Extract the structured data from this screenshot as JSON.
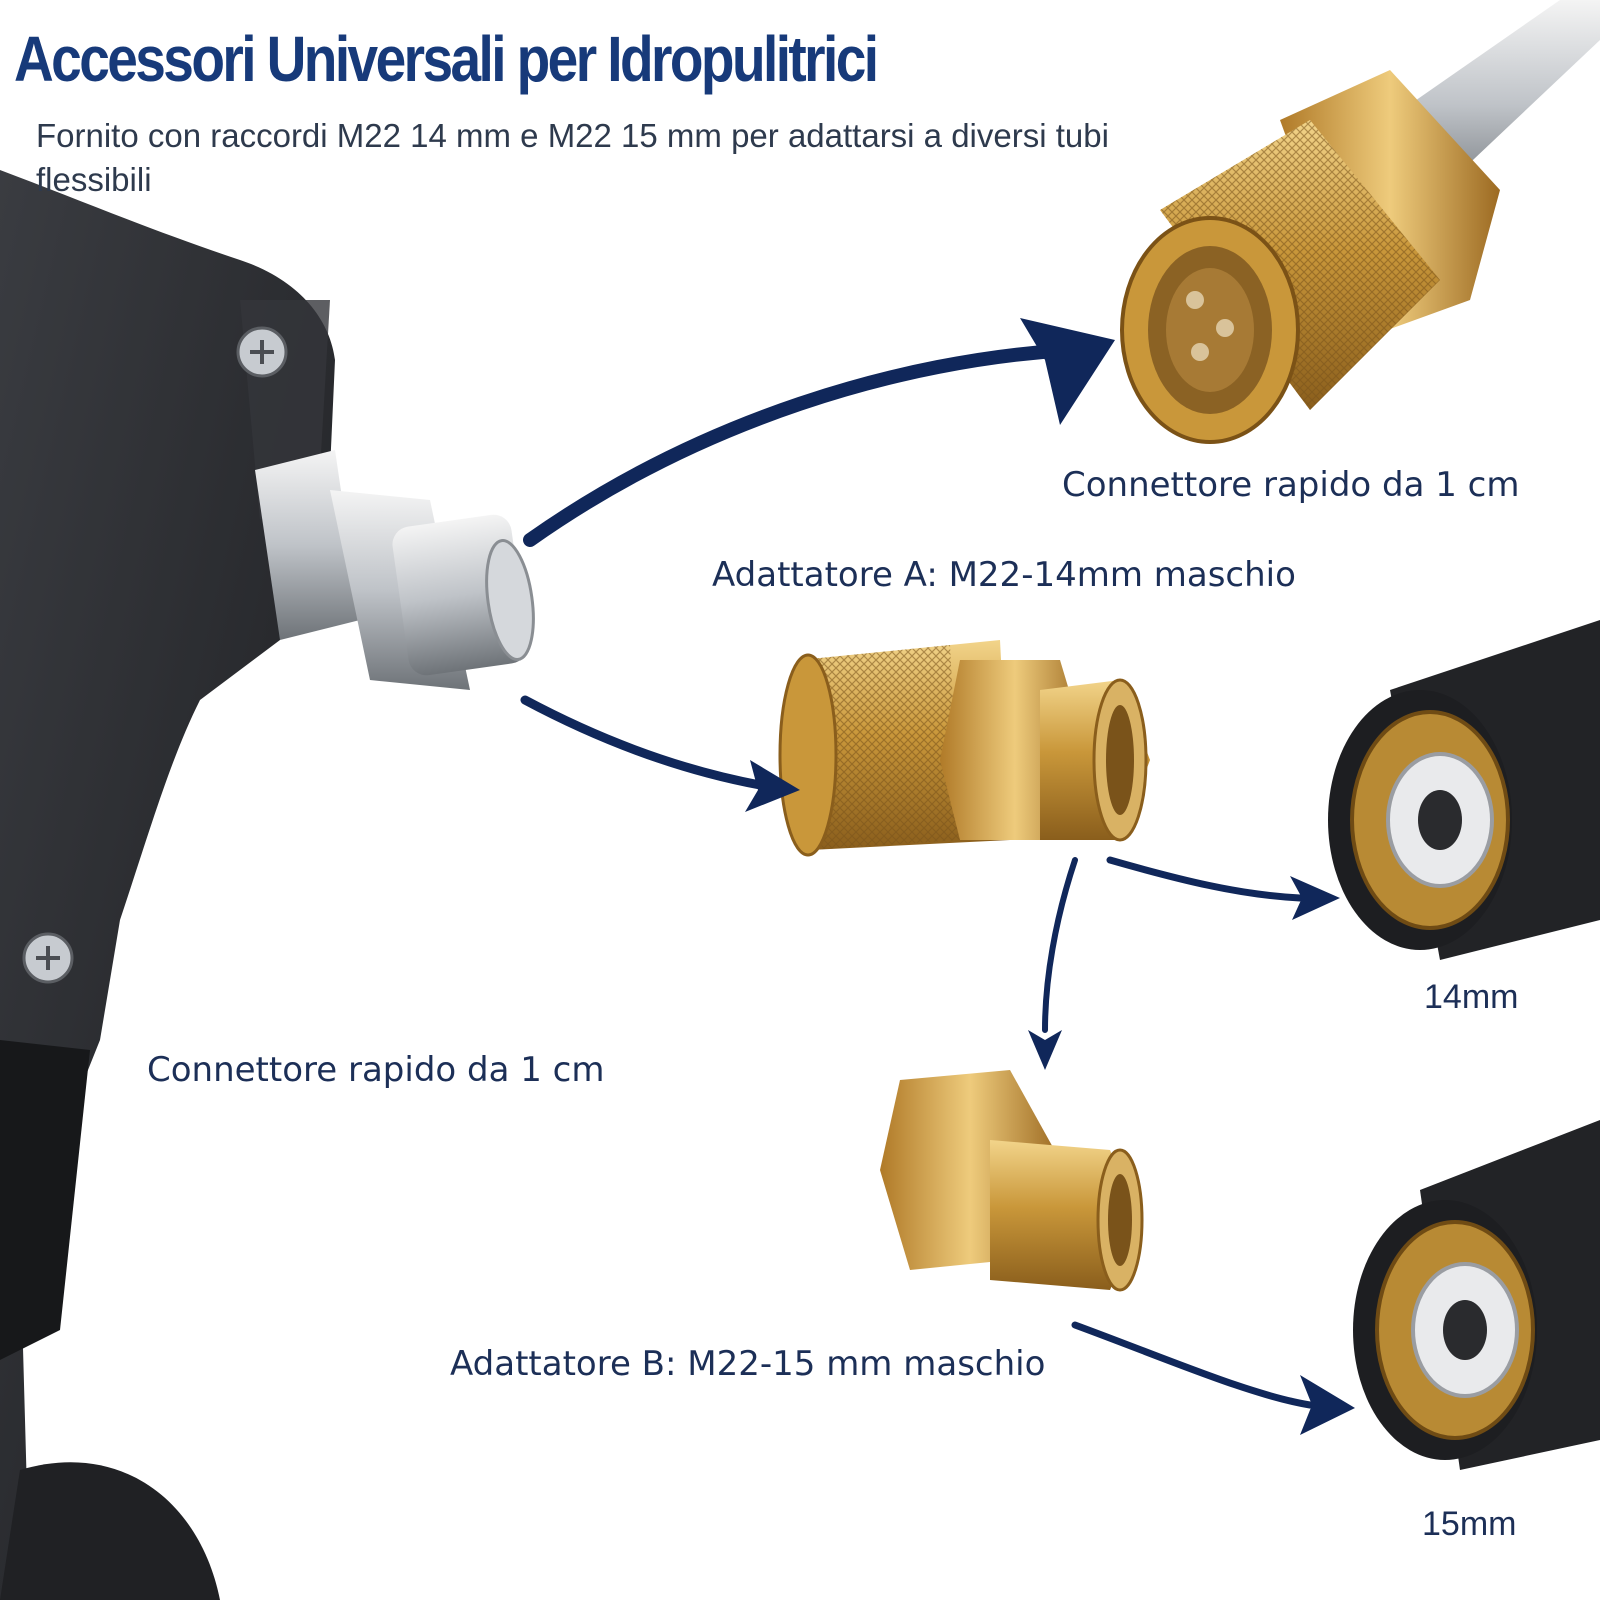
{
  "title": "Accessori Universali per Idropulitrici",
  "subtitle": "Fornito con raccordi M22 14 mm e M22 15 mm per adattarsi a diversi tubi flessibili",
  "labels": {
    "top_connector": "Connettore rapido da 1 cm",
    "adapter_a": "Adattatore A: M22-14mm maschio",
    "gun_connector": "Connettore rapido da 1 cm",
    "adapter_b": "Adattatore B: M22-15 mm maschio",
    "size_14": "14mm",
    "size_15": "15mm"
  },
  "colors": {
    "navy": "#173a7a",
    "arrow": "#10275a",
    "brass": "#c9973a",
    "gun": "#2b2d31"
  }
}
